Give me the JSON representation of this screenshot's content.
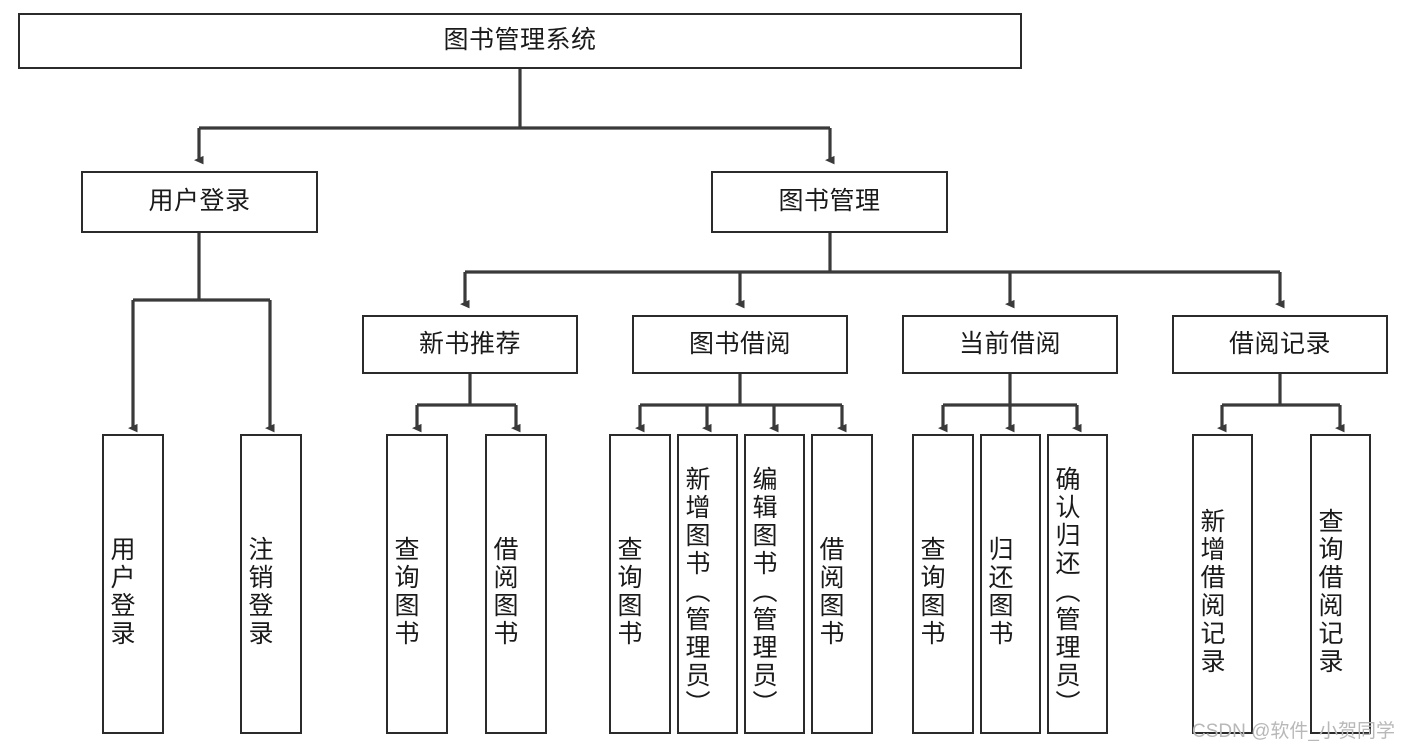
{
  "diagram": {
    "title": "图书管理系统",
    "type": "hierarchy-tree",
    "watermark": "CSDN @软件_小贺同学",
    "colors": {
      "box_border": "#2b2b2b",
      "box_fill": "#ffffff",
      "edge": "#3a3a3a",
      "text": "#1a1a1a",
      "watermark": "#b8b8b8"
    },
    "levels": [
      {
        "level": 1,
        "nodes": [
          {
            "id": "root",
            "label": "图书管理系统",
            "orientation": "horizontal"
          }
        ]
      },
      {
        "level": 2,
        "nodes": [
          {
            "id": "login",
            "label": "用户登录",
            "orientation": "horizontal",
            "parent": "root"
          },
          {
            "id": "bookmgmt",
            "label": "图书管理",
            "orientation": "horizontal",
            "parent": "root"
          }
        ]
      },
      {
        "level": 3,
        "nodes": [
          {
            "id": "newbook",
            "label": "新书推荐",
            "orientation": "horizontal",
            "parent": "bookmgmt"
          },
          {
            "id": "borrow",
            "label": "图书借阅",
            "orientation": "horizontal",
            "parent": "bookmgmt"
          },
          {
            "id": "current",
            "label": "当前借阅",
            "orientation": "horizontal",
            "parent": "bookmgmt"
          },
          {
            "id": "records",
            "label": "借阅记录",
            "orientation": "horizontal",
            "parent": "bookmgmt"
          }
        ]
      },
      {
        "level": 4,
        "nodes": [
          {
            "id": "leaf-user-login",
            "label": "用户登录",
            "orientation": "vertical",
            "parent": "login"
          },
          {
            "id": "leaf-user-logout",
            "label": "注销登录",
            "orientation": "vertical",
            "parent": "login"
          },
          {
            "id": "leaf-new-query",
            "label": "查询图书",
            "orientation": "vertical",
            "parent": "newbook"
          },
          {
            "id": "leaf-new-borrow",
            "label": "借阅图书",
            "orientation": "vertical",
            "parent": "newbook"
          },
          {
            "id": "leaf-borrow-query",
            "label": "查询图书",
            "orientation": "vertical",
            "parent": "borrow"
          },
          {
            "id": "leaf-borrow-add",
            "label": "新增图书（管理员）",
            "orientation": "vertical",
            "parent": "borrow"
          },
          {
            "id": "leaf-borrow-edit",
            "label": "编辑图书（管理员）",
            "orientation": "vertical",
            "parent": "borrow"
          },
          {
            "id": "leaf-borrow-lend",
            "label": "借阅图书",
            "orientation": "vertical",
            "parent": "borrow"
          },
          {
            "id": "leaf-current-query",
            "label": "查询图书",
            "orientation": "vertical",
            "parent": "current"
          },
          {
            "id": "leaf-current-return",
            "label": "归还图书",
            "orientation": "vertical",
            "parent": "current"
          },
          {
            "id": "leaf-current-confirm",
            "label": "确认归还（管理员）",
            "orientation": "vertical",
            "parent": "current"
          },
          {
            "id": "leaf-record-add",
            "label": "新增借阅记录",
            "orientation": "vertical",
            "parent": "records"
          },
          {
            "id": "leaf-record-query",
            "label": "查询借阅记录",
            "orientation": "vertical",
            "parent": "records"
          }
        ]
      }
    ]
  }
}
